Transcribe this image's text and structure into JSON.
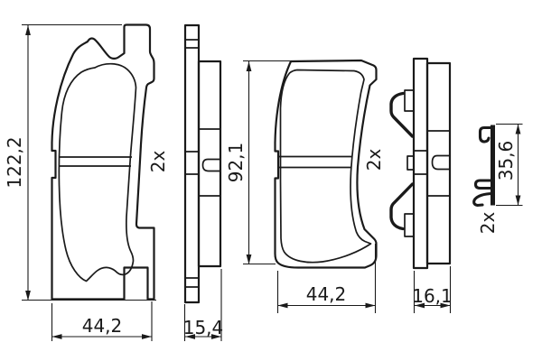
{
  "drawing": {
    "type": "brake-pad technical drawing",
    "colors": {
      "background": "#ffffff",
      "line": "#1a1a1a"
    },
    "views": {
      "pad_a_front": {
        "height": "122,2",
        "width": "44,2",
        "qty": "2x"
      },
      "pad_a_side": {
        "thickness": "15,4"
      },
      "pad_b_front": {
        "height": "92,1",
        "width": "44,2",
        "qty": "2x"
      },
      "pad_b_side": {
        "thickness": "16,1"
      },
      "clip": {
        "height": "35,6",
        "qty": "2x"
      }
    }
  }
}
